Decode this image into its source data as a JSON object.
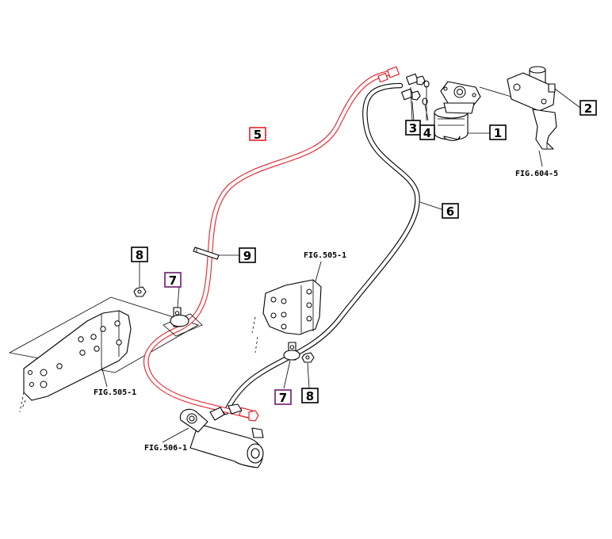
{
  "callouts": {
    "c1": "1",
    "c2": "2",
    "c3": "3",
    "c4": "4",
    "c5": "5",
    "c6": "6",
    "c7a": "7",
    "c7b": "7",
    "c8a": "8",
    "c8b": "8",
    "c9": "9"
  },
  "references": {
    "fig_604_5": "FIG.604-5",
    "fig_505_1_center": "FIG.505-1",
    "fig_505_1_left": "FIG.505-1",
    "fig_506_1": "FIG.506-1"
  },
  "colors": {
    "highlight_red": "#e8202a",
    "highlight_purple": "#6a1b6e",
    "line": "#000000"
  }
}
